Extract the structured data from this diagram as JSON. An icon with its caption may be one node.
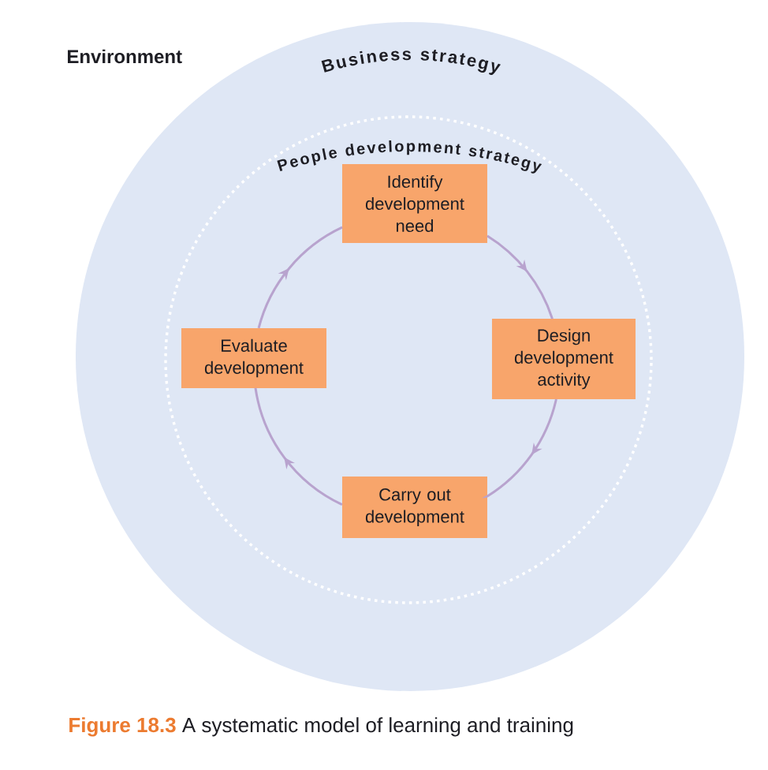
{
  "diagram": {
    "caption": "**Figure 18.3** A systematic model of learning and training",
    "nodes": [
      {
        "text": [
          "Business strategy"
        ]
      },
      {
        "text": [
          "People development strategy"
        ],
        "in": 0
      },
      {
        "text": [
          "Identify development need"
        ],
        "in": 1
      },
      {
        "text": [
          "Evaluate development"
        ],
        "in": 1
      },
      {
        "text": [
          "Design development activity"
        ],
        "in": 1
      },
      {
        "text": [
          "Carry out development"
        ],
        "in": 1
      }
    ],
    "edges": [
      {
        "from": 2,
        "to": 4,
        "arrow": "to"
      },
      {
        "from": 4,
        "to": 5,
        "arrow": "to"
      },
      {
        "from": 5,
        "to": 3,
        "arrow": "to"
      },
      {
        "from": 3,
        "to": 2,
        "arrow": "to"
      }
    ],
    "labels": [
      "Environment"
    ]
  }
}
